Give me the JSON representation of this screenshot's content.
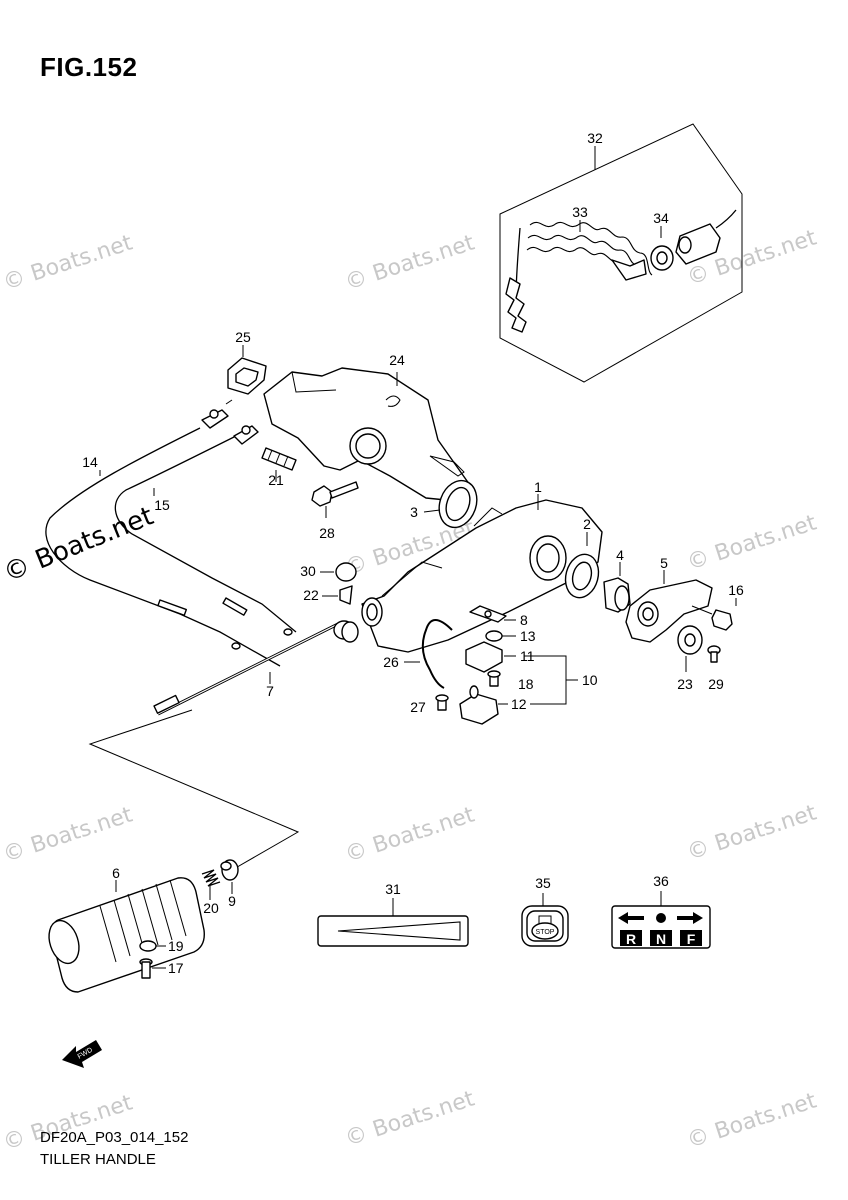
{
  "figure_title": "FIG.152",
  "footer": {
    "code": "DF20A_P03_014_152",
    "name": "TILLER HANDLE"
  },
  "watermark": "© Boats.net",
  "parts": [
    {
      "num": "1"
    },
    {
      "num": "2"
    },
    {
      "num": "3"
    },
    {
      "num": "4"
    },
    {
      "num": "5"
    },
    {
      "num": "6"
    },
    {
      "num": "7"
    },
    {
      "num": "8"
    },
    {
      "num": "9"
    },
    {
      "num": "10"
    },
    {
      "num": "11"
    },
    {
      "num": "12"
    },
    {
      "num": "13"
    },
    {
      "num": "14"
    },
    {
      "num": "15"
    },
    {
      "num": "16"
    },
    {
      "num": "17"
    },
    {
      "num": "18"
    },
    {
      "num": "19"
    },
    {
      "num": "20"
    },
    {
      "num": "21"
    },
    {
      "num": "22"
    },
    {
      "num": "23"
    },
    {
      "num": "24"
    },
    {
      "num": "25"
    },
    {
      "num": "26"
    },
    {
      "num": "27"
    },
    {
      "num": "28"
    },
    {
      "num": "29"
    },
    {
      "num": "30"
    },
    {
      "num": "31"
    },
    {
      "num": "32"
    },
    {
      "num": "33"
    },
    {
      "num": "34"
    },
    {
      "num": "35"
    },
    {
      "num": "36"
    }
  ],
  "labels": {
    "stop": "STOP",
    "fwd": "FWD",
    "shift_r": "R",
    "shift_n": "N",
    "shift_f": "F"
  }
}
